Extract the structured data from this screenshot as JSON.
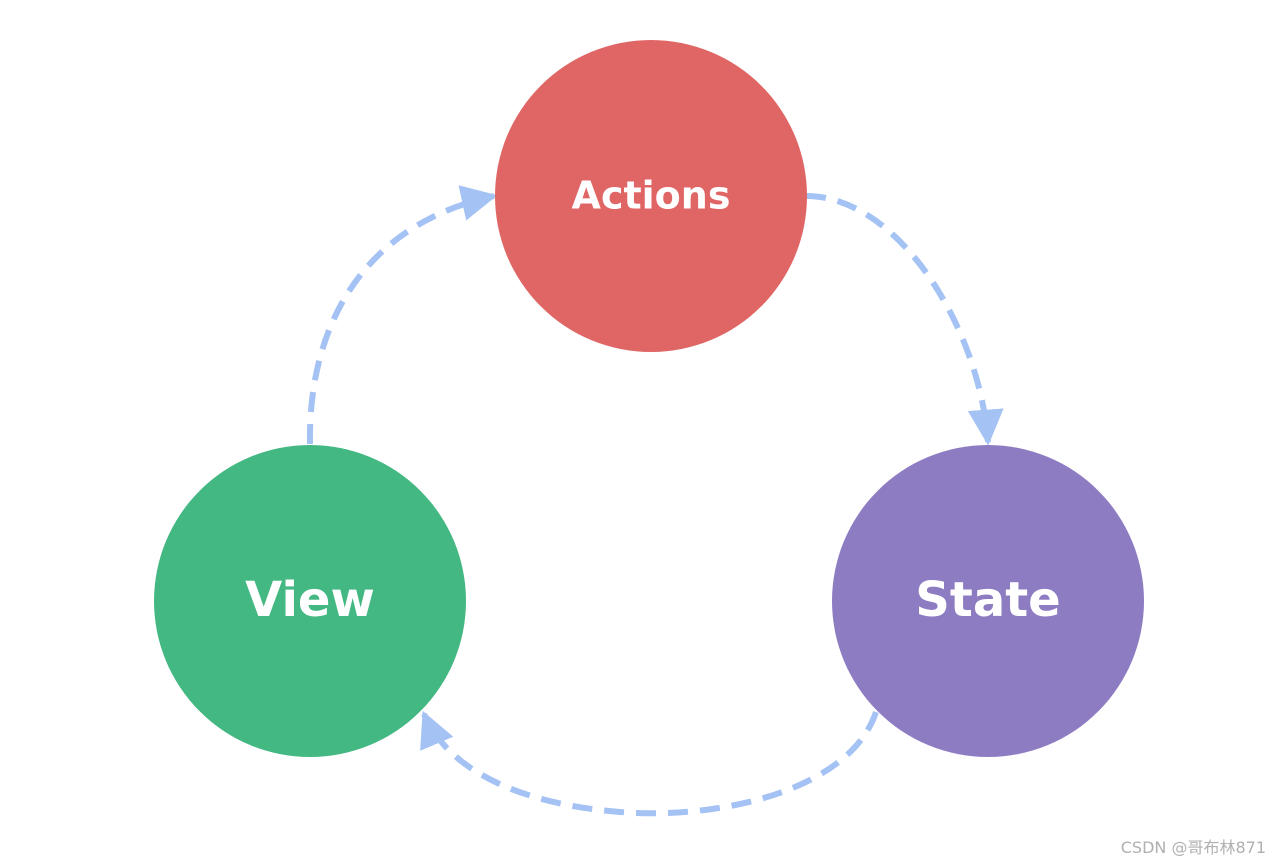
{
  "diagram": {
    "nodes": [
      {
        "id": "actions",
        "label": "Actions",
        "color": "#e06666"
      },
      {
        "id": "state",
        "label": "State",
        "color": "#8e7cc3"
      },
      {
        "id": "view",
        "label": "View",
        "color": "#43b883"
      }
    ],
    "edges": [
      {
        "from": "actions",
        "to": "state"
      },
      {
        "from": "state",
        "to": "view"
      },
      {
        "from": "view",
        "to": "actions"
      }
    ],
    "arrow_color": "#a4c2f4",
    "arrow_style": "dashed"
  },
  "watermark": "CSDN @哥布林871"
}
